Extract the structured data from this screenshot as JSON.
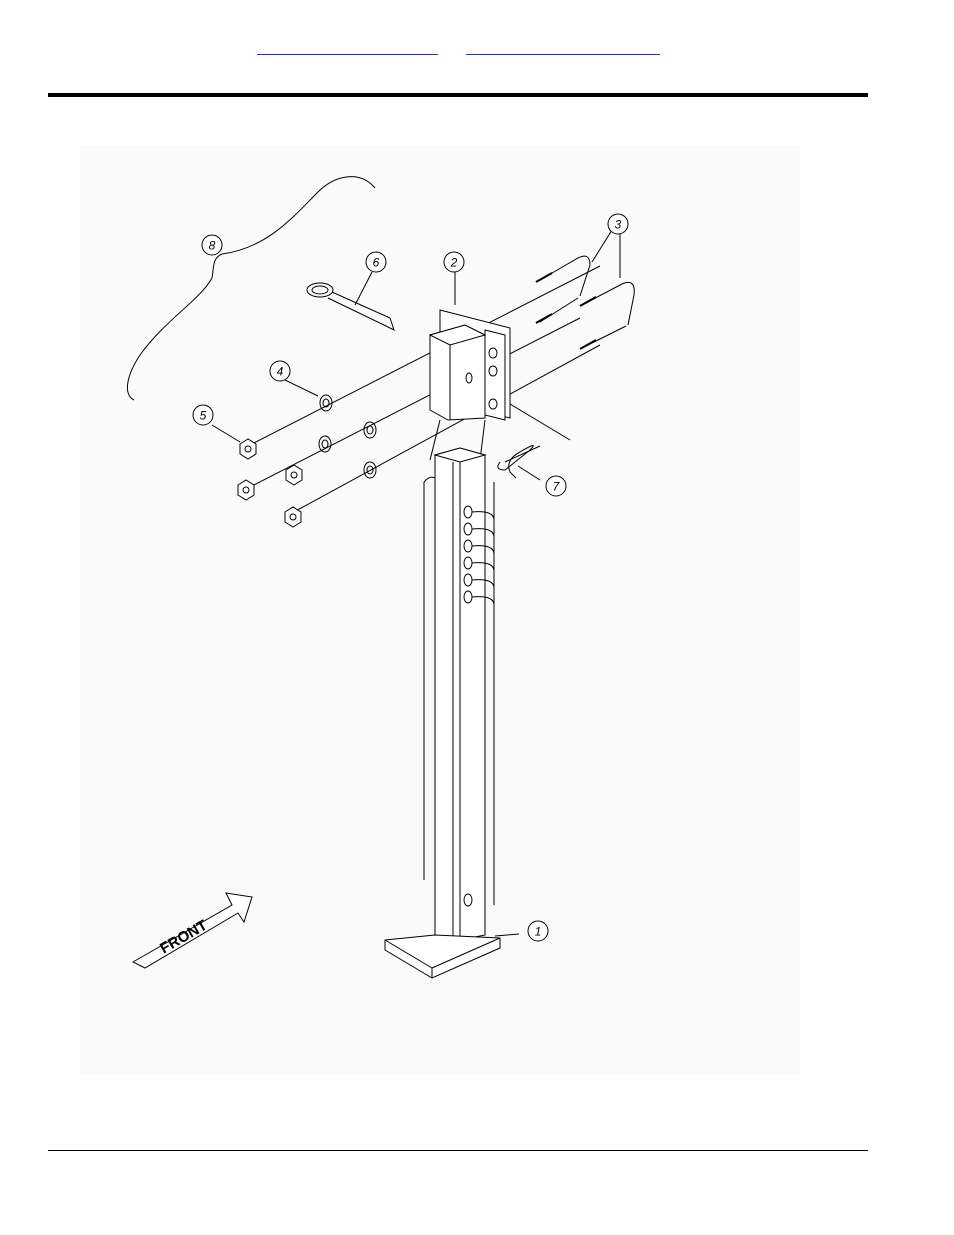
{
  "header": {
    "links": [
      "",
      ""
    ]
  },
  "diagram": {
    "callouts": [
      "1",
      "2",
      "3",
      "4",
      "5",
      "6",
      "7",
      "8"
    ],
    "front_label": "FRONT"
  }
}
